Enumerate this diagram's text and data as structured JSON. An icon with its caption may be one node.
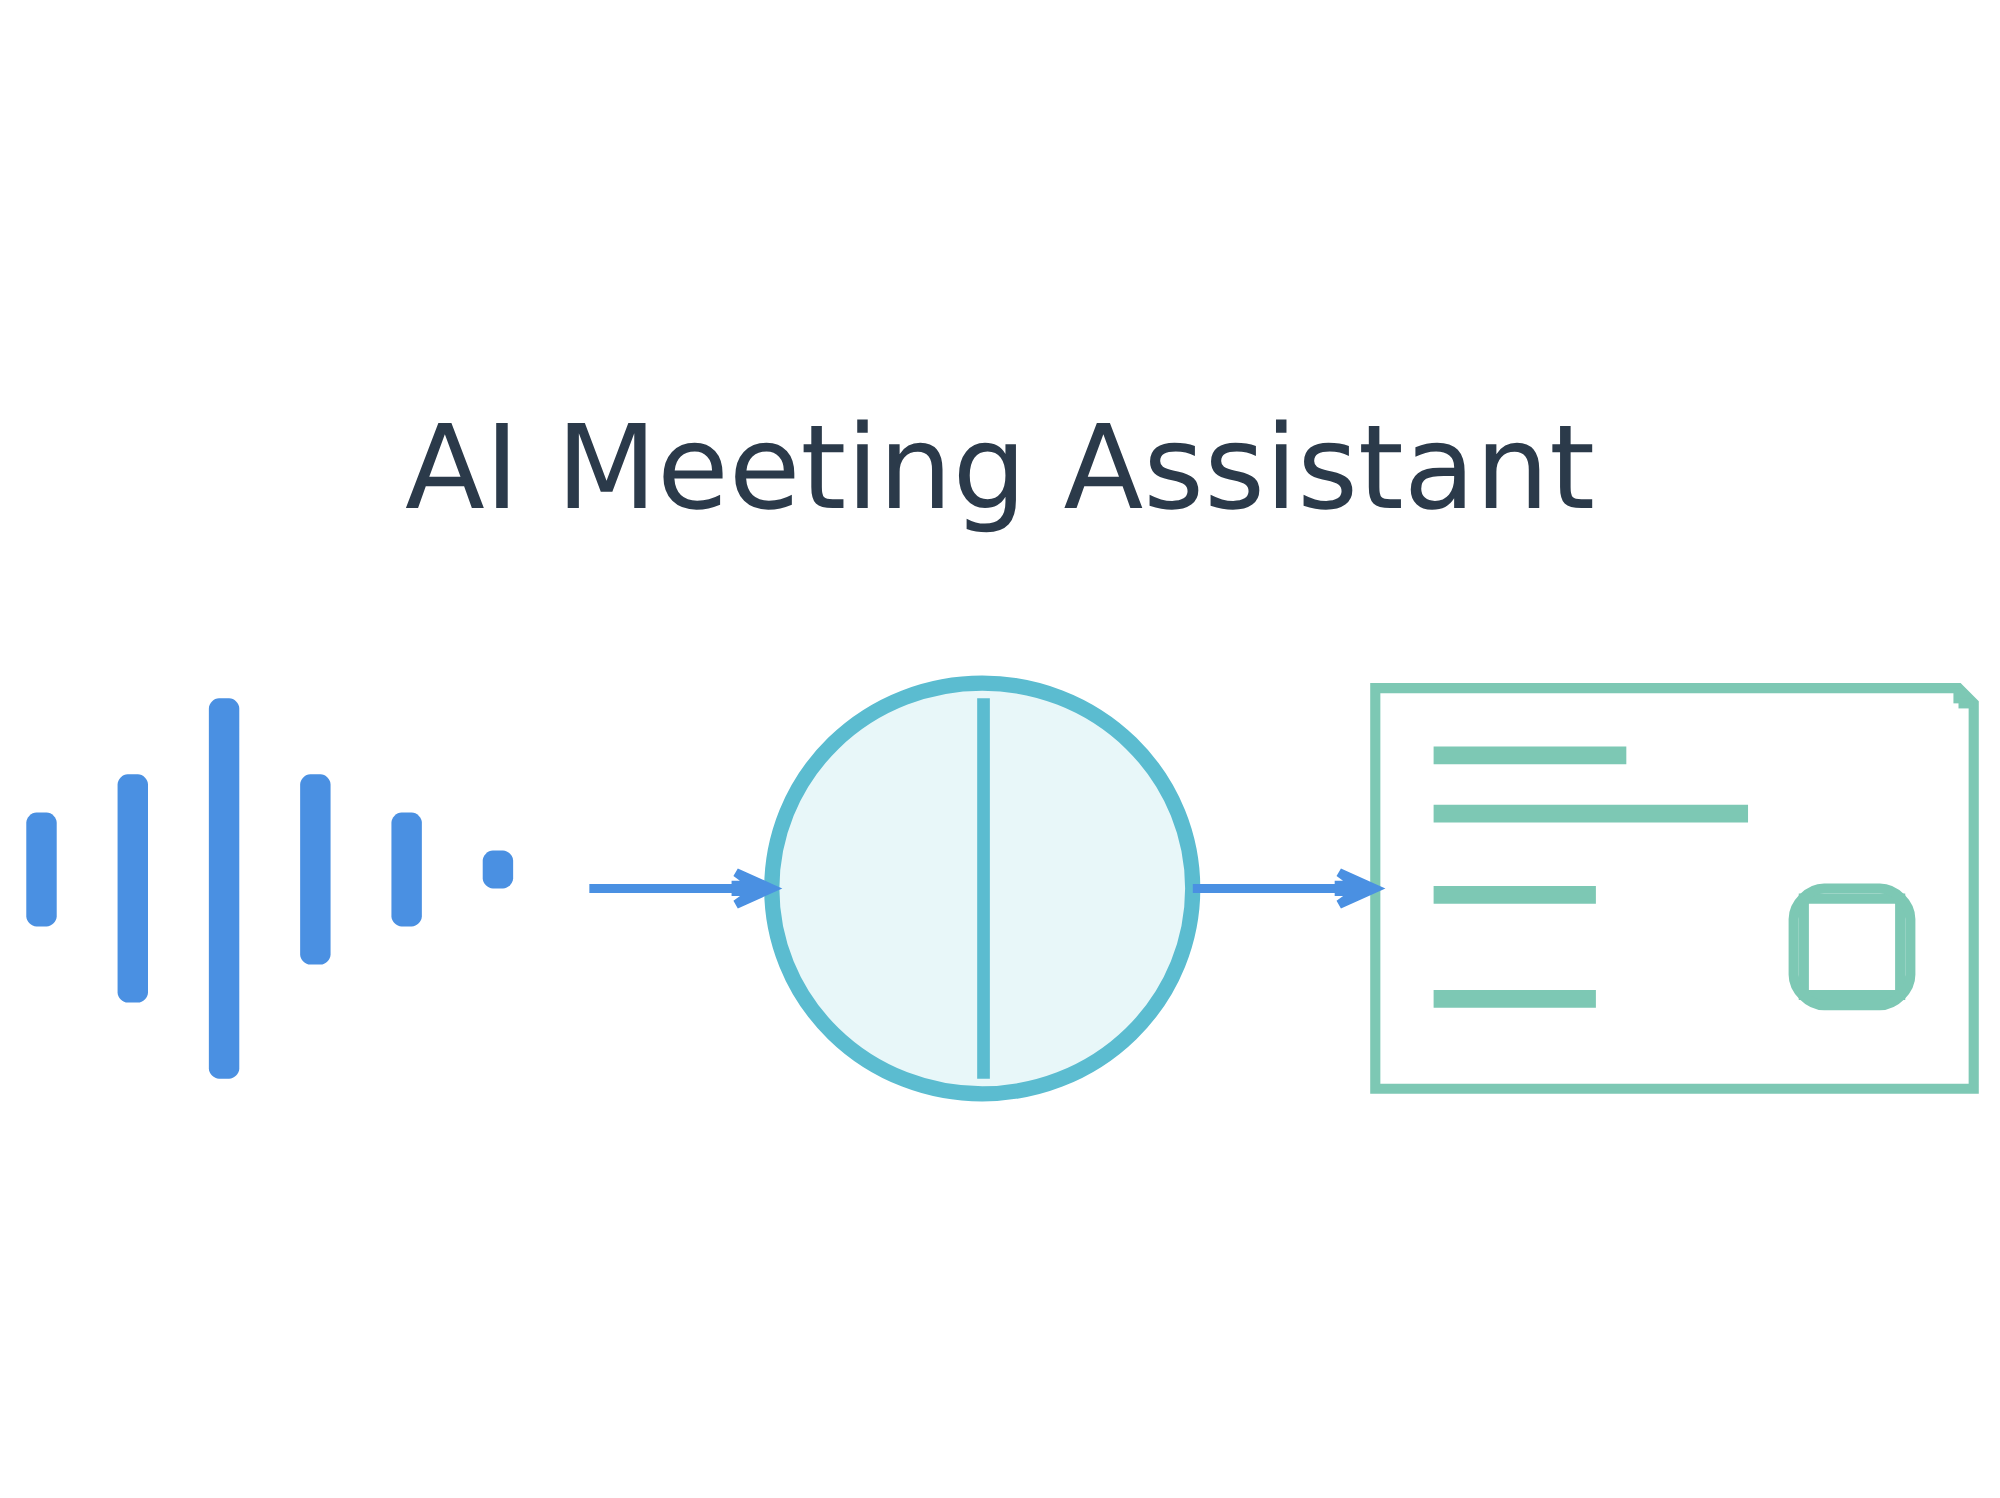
{
  "diagram": {
    "title": "AI Meeting Assistant",
    "nodes": [
      {
        "text": [],
        "shape": "picture"
      },
      {
        "text": [],
        "shape": "picture"
      },
      {
        "text": [],
        "shape": "picture"
      }
    ],
    "edges": [
      {
        "from": 0,
        "to": 1,
        "arrow": "to"
      },
      {
        "from": 1,
        "to": 2,
        "arrow": "to"
      }
    ]
  }
}
